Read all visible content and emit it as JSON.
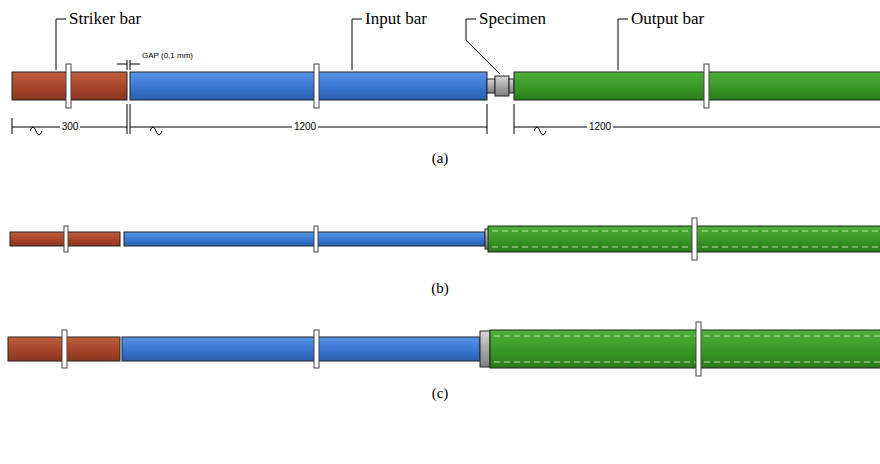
{
  "diagram": {
    "labels": [
      "Striker bar",
      "Input bar",
      "Specimen",
      "Output bar",
      "GAP (0,1 mm)",
      "300",
      "1200",
      "1200",
      "(a)",
      "(b)",
      "(c)"
    ]
  }
}
